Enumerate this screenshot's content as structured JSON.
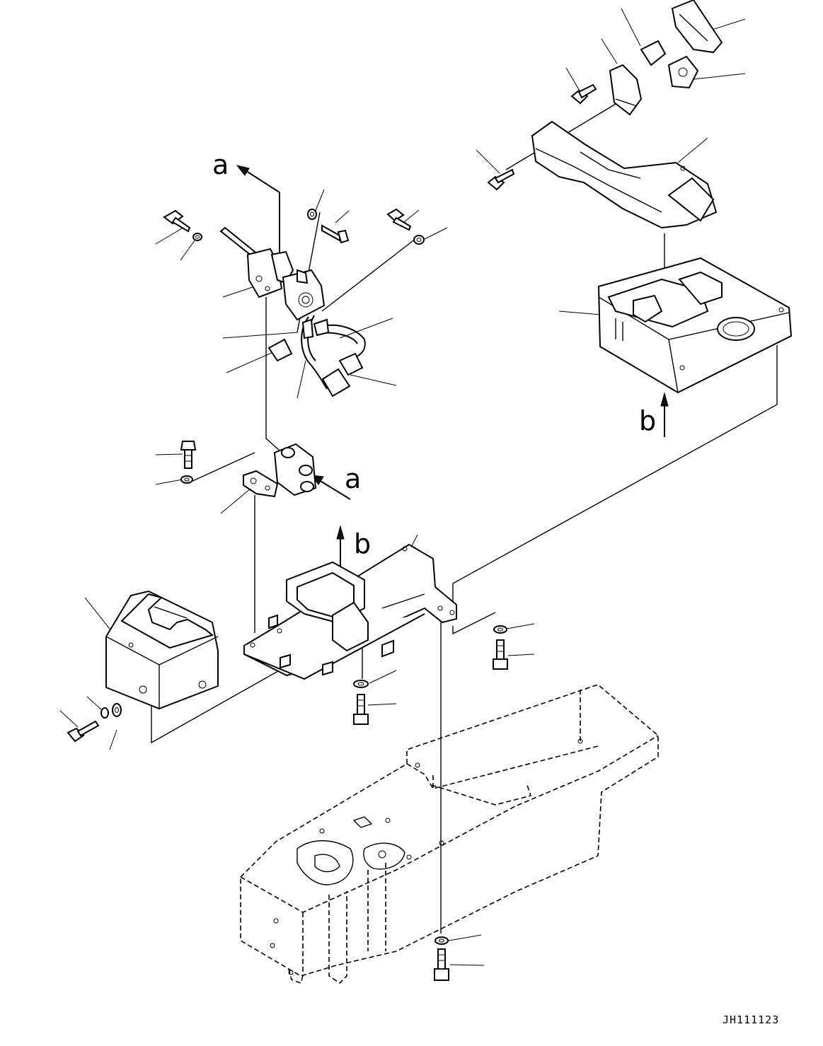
{
  "drawing": {
    "code": "JH111123",
    "view_labels": [
      "a",
      "a",
      "b",
      "b"
    ]
  },
  "colors": {
    "line": "#000000",
    "background": "#ffffff"
  },
  "parts": [
    "upper-left-bolt-icon",
    "upper-left-washer-icon",
    "lever-bracket-icon",
    "switch-harness-icon",
    "upper-center-washer-icon",
    "upper-center-bolt-icon",
    "upper-right-bolt-icon",
    "upper-right-washer-icon",
    "mount-bracket-icon",
    "mount-bolt-icon",
    "mount-washer-icon",
    "console-base-plate-icon",
    "front-cover-icon",
    "front-cover-bolt-icon",
    "right-upper-cover-icon",
    "lever-grip-cover-icon",
    "switch-knob-icon",
    "frame-icon"
  ]
}
